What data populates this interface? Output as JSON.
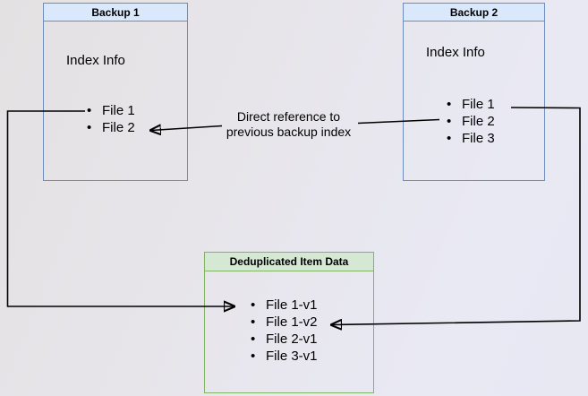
{
  "colors": {
    "blue_fill": "#dae8fc",
    "blue_stroke": "#6c8ebf",
    "green_fill": "#d5e8d4",
    "green_stroke": "#82b366",
    "line_color": "#000000",
    "bg_start": "#e3e1e2",
    "bg_end": "#e9e9f4"
  },
  "glyphs": {
    "bullet": "•"
  },
  "backup1": {
    "title": "Backup 1",
    "section_label": "Index Info",
    "files": [
      "File 1",
      "File 2"
    ]
  },
  "backup2": {
    "title": "Backup 2",
    "section_label": "Index Info",
    "files": [
      "File 1",
      "File 2",
      "File 3"
    ]
  },
  "dedup": {
    "title": "Deduplicated Item Data",
    "files": [
      "File 1-v1",
      "File 1-v2",
      "File 2-v1",
      "File 3-v1"
    ]
  },
  "edge_label": {
    "line1": "Direct reference to",
    "line2": "previous backup index"
  }
}
